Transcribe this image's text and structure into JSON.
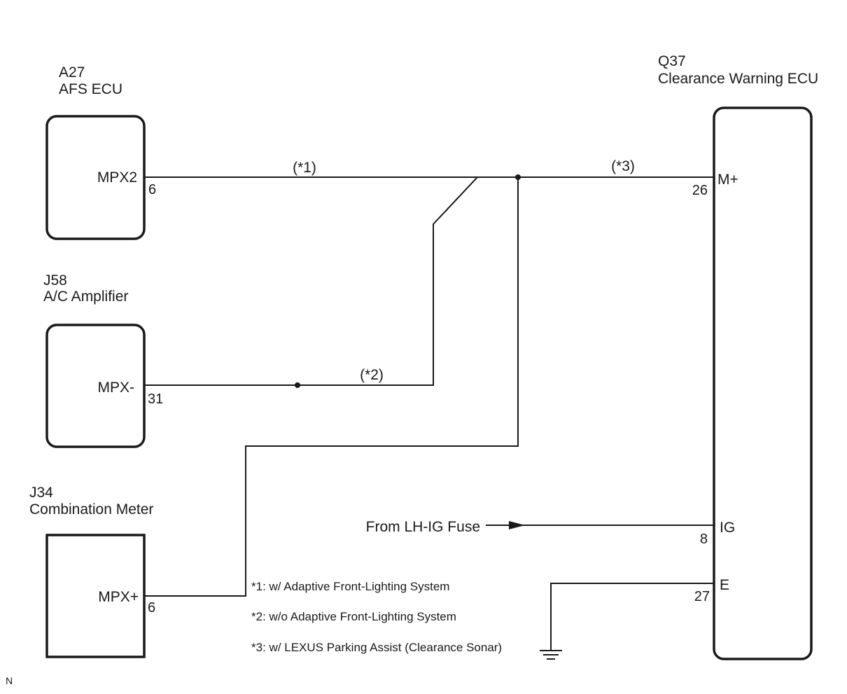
{
  "components": {
    "afs_ecu": {
      "code": "A27",
      "name": "AFS ECU",
      "pin_name": "MPX2",
      "pin_number": "6"
    },
    "ac_amplifier": {
      "code": "J58",
      "name": "A/C Amplifier",
      "pin_name": "MPX-",
      "pin_number": "31"
    },
    "combination_meter": {
      "code": "J34",
      "name": "Combination Meter",
      "pin_name": "MPX+",
      "pin_number": "6"
    },
    "clearance_warning_ecu": {
      "code": "Q37",
      "name": "Clearance Warning ECU",
      "pins": {
        "m_plus": {
          "name": "M+",
          "number": "26"
        },
        "ig": {
          "name": "IG",
          "number": "8"
        },
        "e": {
          "name": "E",
          "number": "27"
        }
      }
    }
  },
  "wire_labels": {
    "w1": "(*1)",
    "w2": "(*2)",
    "w3": "(*3)"
  },
  "source_label": "From LH-IG Fuse",
  "notes": [
    "*1: w/ Adaptive Front-Lighting System",
    "*2: w/o Adaptive Front-Lighting System",
    "*3: w/ LEXUS Parking Assist (Clearance Sonar)"
  ],
  "corner_mark": "N"
}
